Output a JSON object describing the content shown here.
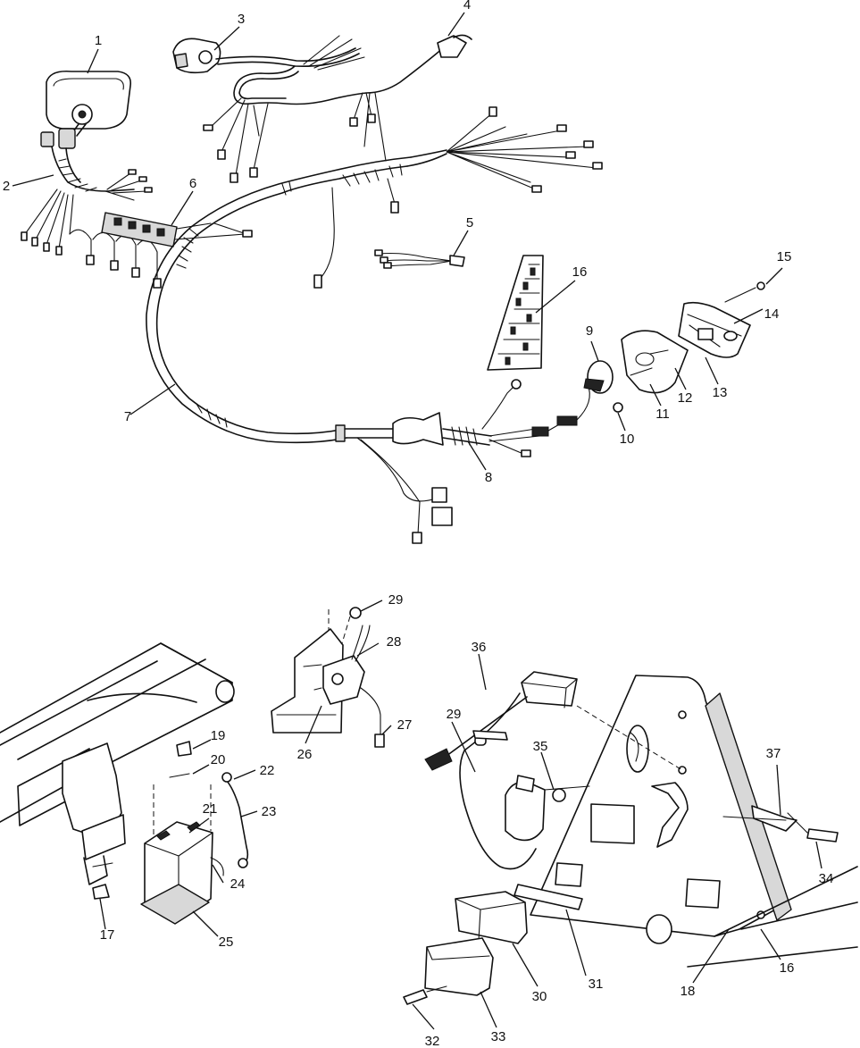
{
  "diagram": {
    "callouts": [
      {
        "id": "c1",
        "label": "1"
      },
      {
        "id": "c2",
        "label": "2"
      },
      {
        "id": "c3",
        "label": "3"
      },
      {
        "id": "c4",
        "label": "4"
      },
      {
        "id": "c5",
        "label": "5"
      },
      {
        "id": "c6",
        "label": "6"
      },
      {
        "id": "c7",
        "label": "7"
      },
      {
        "id": "c8",
        "label": "8"
      },
      {
        "id": "c9",
        "label": "9"
      },
      {
        "id": "c10",
        "label": "10"
      },
      {
        "id": "c11",
        "label": "11"
      },
      {
        "id": "c12",
        "label": "12"
      },
      {
        "id": "c13",
        "label": "13"
      },
      {
        "id": "c14",
        "label": "14"
      },
      {
        "id": "c15",
        "label": "15"
      },
      {
        "id": "c16a",
        "label": "16"
      },
      {
        "id": "c16b",
        "label": "16"
      },
      {
        "id": "c17",
        "label": "17"
      },
      {
        "id": "c18",
        "label": "18"
      },
      {
        "id": "c19",
        "label": "19"
      },
      {
        "id": "c20",
        "label": "20"
      },
      {
        "id": "c21",
        "label": "21"
      },
      {
        "id": "c22",
        "label": "22"
      },
      {
        "id": "c23",
        "label": "23"
      },
      {
        "id": "c24",
        "label": "24"
      },
      {
        "id": "c25",
        "label": "25"
      },
      {
        "id": "c26",
        "label": "26"
      },
      {
        "id": "c27",
        "label": "27"
      },
      {
        "id": "c28",
        "label": "28"
      },
      {
        "id": "c29a",
        "label": "29"
      },
      {
        "id": "c29b",
        "label": "29"
      },
      {
        "id": "c30",
        "label": "30"
      },
      {
        "id": "c31",
        "label": "31"
      },
      {
        "id": "c32",
        "label": "32"
      },
      {
        "id": "c33",
        "label": "33"
      },
      {
        "id": "c34",
        "label": "34"
      },
      {
        "id": "c35",
        "label": "35"
      },
      {
        "id": "c36",
        "label": "36"
      },
      {
        "id": "c37",
        "label": "37"
      }
    ]
  }
}
